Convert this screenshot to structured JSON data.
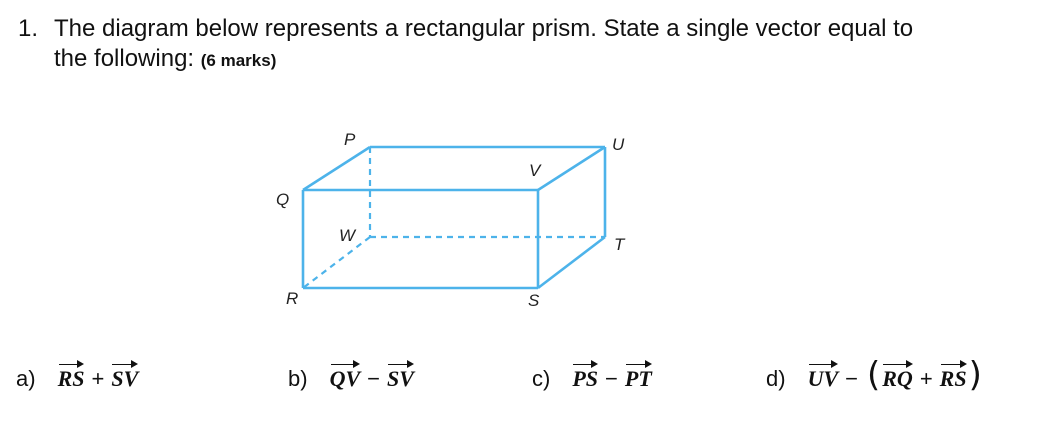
{
  "question": {
    "number": "1.",
    "line1": "The diagram below represents a rectangular prism. State a single vector equal to",
    "line2": "the following: ",
    "marks": "(6 marks)"
  },
  "diagram": {
    "vertex_labels": {
      "P": "P",
      "U": "U",
      "Q": "Q",
      "V": "V",
      "W": "W",
      "T": "T",
      "R": "R",
      "S": "S"
    },
    "colors": {
      "edge": "#4db3ea"
    }
  },
  "parts": [
    {
      "label": "a)",
      "vectors": [
        "RS",
        "SV"
      ],
      "ops": [
        "+"
      ]
    },
    {
      "label": "b)",
      "vectors": [
        "QV",
        "SV"
      ],
      "ops": [
        "−"
      ]
    },
    {
      "label": "c)",
      "vectors": [
        "PS",
        "PT"
      ],
      "ops": [
        "−"
      ]
    },
    {
      "label": "d)",
      "vectors": [
        "UV",
        "RQ",
        "RS"
      ],
      "ops": [
        "−",
        "+"
      ],
      "open_paren": "(",
      "close_paren": ")"
    }
  ]
}
